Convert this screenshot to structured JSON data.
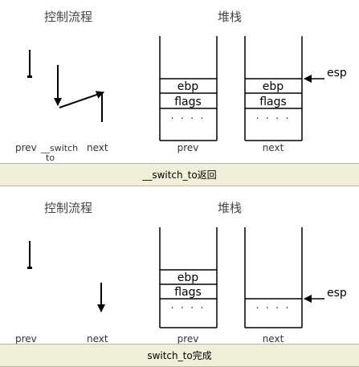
{
  "figures": [
    {
      "control_flow_title": "控制流程",
      "stack_title": "堆栈",
      "labels": {
        "prev": "prev",
        "switch": "__switch",
        "to": "to",
        "next": "next"
      },
      "stack_prev": {
        "cells": [
          "ebp",
          "flags",
          "· · · ·"
        ],
        "label": "prev"
      },
      "stack_next": {
        "cells": [
          "ebp",
          "flags",
          "· · · ·"
        ],
        "label": "next"
      },
      "esp_label": "esp",
      "caption": "__switch_to返回"
    },
    {
      "control_flow_title": "控制流程",
      "stack_title": "堆栈",
      "labels": {
        "prev": "prev",
        "next": "next"
      },
      "stack_prev": {
        "cells": [
          "ebp",
          "flags",
          "· · · ·"
        ],
        "label": "prev"
      },
      "stack_next": {
        "cells": [
          "· · · ·"
        ],
        "label": "next"
      },
      "esp_label": "esp",
      "caption": "switch_to完成"
    }
  ]
}
